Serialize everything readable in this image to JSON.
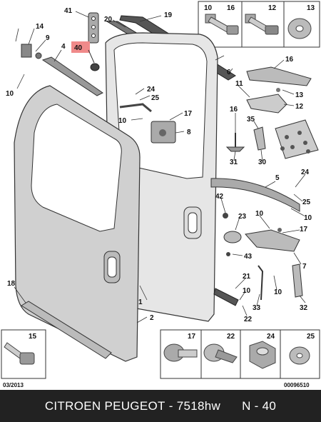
{
  "callouts": {
    "c1": "1",
    "c2": "2",
    "c4": "4",
    "c5": "5",
    "c6": "6",
    "c7": "7",
    "c8": "8",
    "c9": "9",
    "c10": "10",
    "c11": "11",
    "c12": "12",
    "c13": "13",
    "c14": "14",
    "c16": "16",
    "c17": "17",
    "c18": "18",
    "c19": "19",
    "c20": "20",
    "c21": "21",
    "c22": "22",
    "c23": "23",
    "c24": "24",
    "c25": "25",
    "c30": "30",
    "c31": "31",
    "c32": "32",
    "c33": "33",
    "c35": "35",
    "c40": "40",
    "c41": "41",
    "c42": "42",
    "c43": "43"
  },
  "top_boxes": [
    {
      "label": "10"
    },
    {
      "label": "16"
    },
    {
      "label": "12"
    },
    {
      "label": "13"
    }
  ],
  "bottom_left_box": {
    "label": "15"
  },
  "bottom_boxes": [
    {
      "label": "17"
    },
    {
      "label": "22"
    },
    {
      "label": "24"
    },
    {
      "label": "25"
    }
  ],
  "highlight": {
    "label": "40",
    "color": "#f08a8a"
  },
  "date_code": "03/2013",
  "ref_code": "00096510",
  "footer": {
    "brand": "CITROEN PEUGEOT",
    "sep": " - ",
    "part_no": "7518hw",
    "ref": "N - 40"
  }
}
